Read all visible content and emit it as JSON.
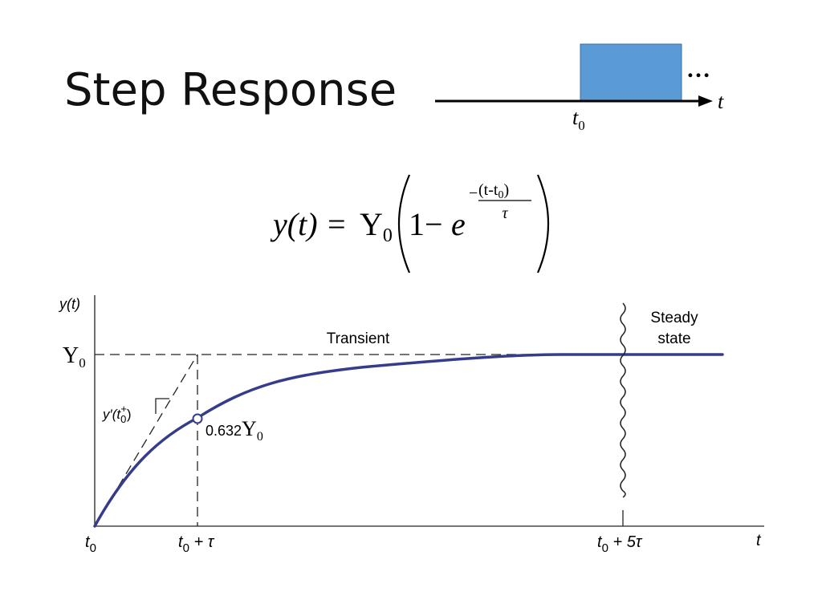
{
  "title": "Step Response",
  "step_input": {
    "ellipsis": "…",
    "axis_label": "t",
    "t0_label_base": "t",
    "t0_label_sub": "0",
    "fill_color": "#5b9bd5"
  },
  "equation": {
    "lhs": "y(t) =",
    "coef_base": "Y",
    "coef_sub": "0",
    "one_minus": "1−",
    "e": "e",
    "minus": "−",
    "exp_num_open": "(t-t",
    "exp_num_sub": "0",
    "exp_num_close": ")",
    "exp_den": "τ"
  },
  "chart": {
    "y_axis_label": "y(t)",
    "x_axis_label": "t",
    "y0_label_base": "Y",
    "y0_label_sub": "0",
    "tangent_label_main": "y′(t",
    "tangent_label_sub": "0",
    "tangent_label_sup": "+",
    "tangent_label_close": ")",
    "point_label_num": "0.632",
    "point_label_base": "Y",
    "point_label_sub": "0",
    "transient_label": "Transient",
    "steady_label_line1": "Steady",
    "steady_label_line2": "state",
    "tick_t0_base": "t",
    "tick_t0_sub": "0",
    "tick_tau_base": "t",
    "tick_tau_sub": "0",
    "tick_tau_suffix": " + τ",
    "tick_5tau_base": "t",
    "tick_5tau_sub": "0",
    "tick_5tau_suffix": " + 5τ",
    "curve_color": "#353c8c"
  }
}
